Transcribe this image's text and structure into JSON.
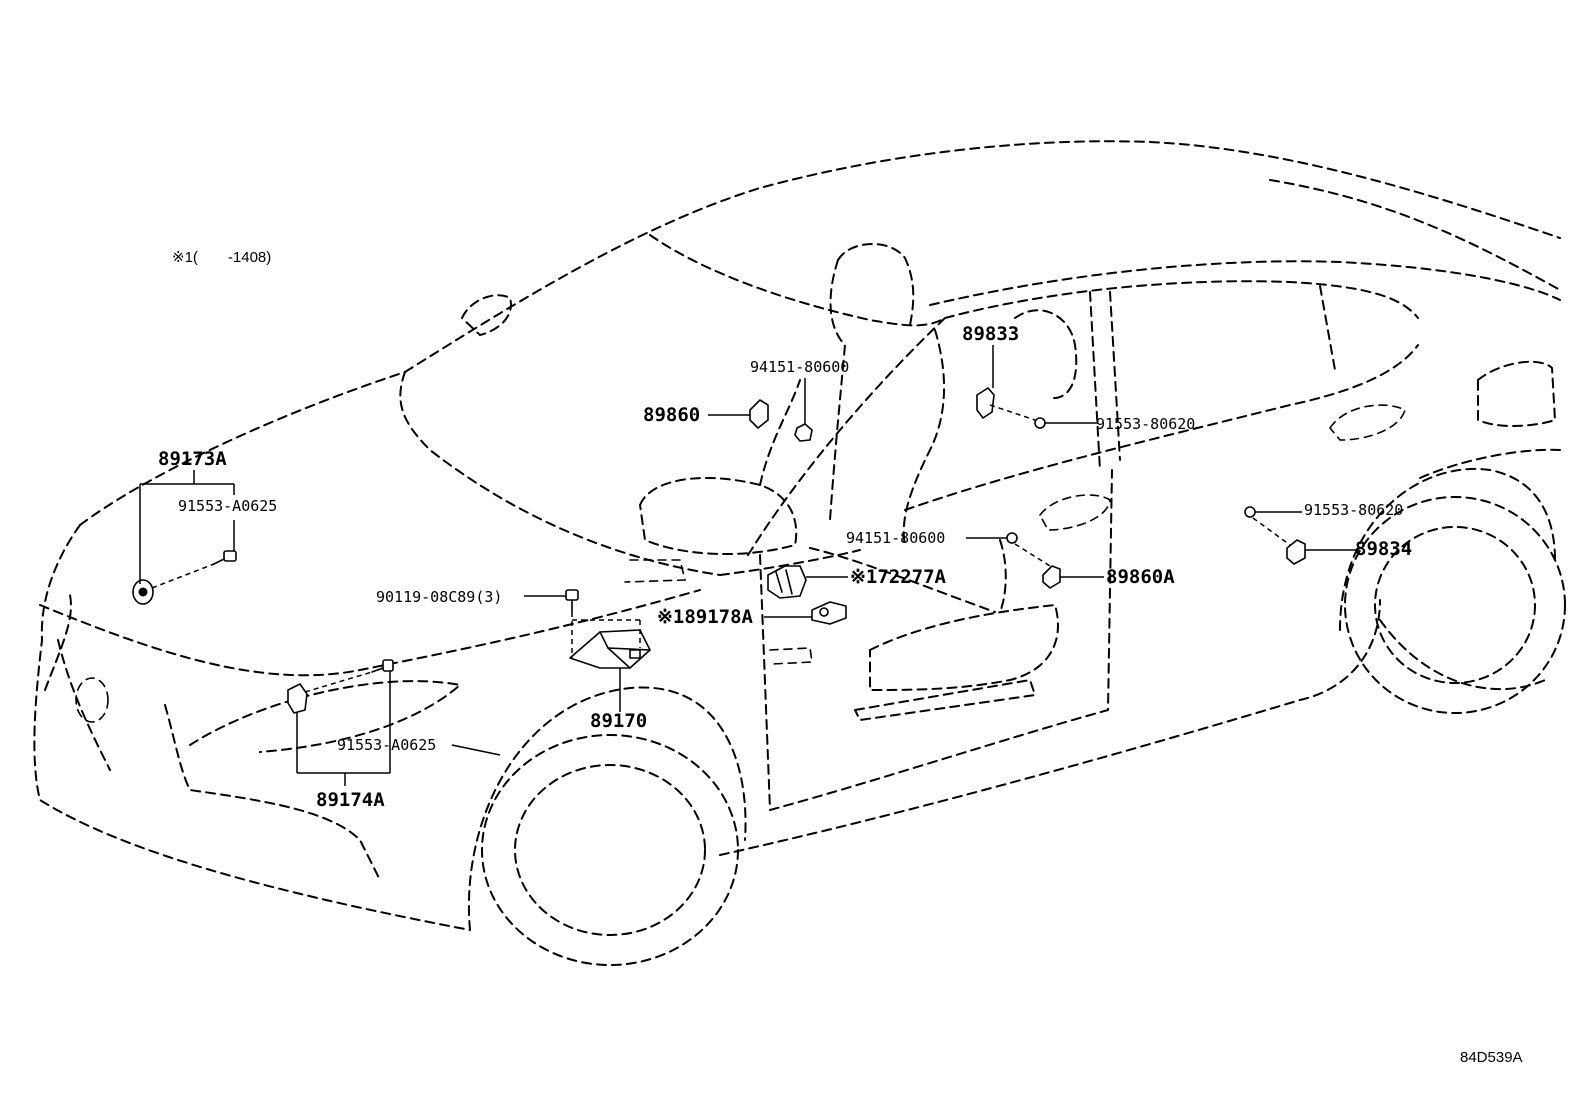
{
  "note": "※1(　　-1408)",
  "drawing_code": "84D539A",
  "labels": {
    "p89173A": "89173A",
    "p91553A0625_top": "91553-A0625",
    "p94151_80600_top": "94151-80600",
    "p89860": "89860",
    "p89833": "89833",
    "p91553_80620_mid": "91553-80620",
    "p91553_80620_right": "91553-80620",
    "p89834": "89834",
    "p94151_80600_mid": "94151-80600",
    "p72277A": "※172277A",
    "p89860A": "89860A",
    "p90119": "90119-08C89(3)",
    "p89178A": "※189178A",
    "p89170": "89170",
    "p91553A0625_bottom": "91553-A0625",
    "p89174A": "89174A"
  }
}
